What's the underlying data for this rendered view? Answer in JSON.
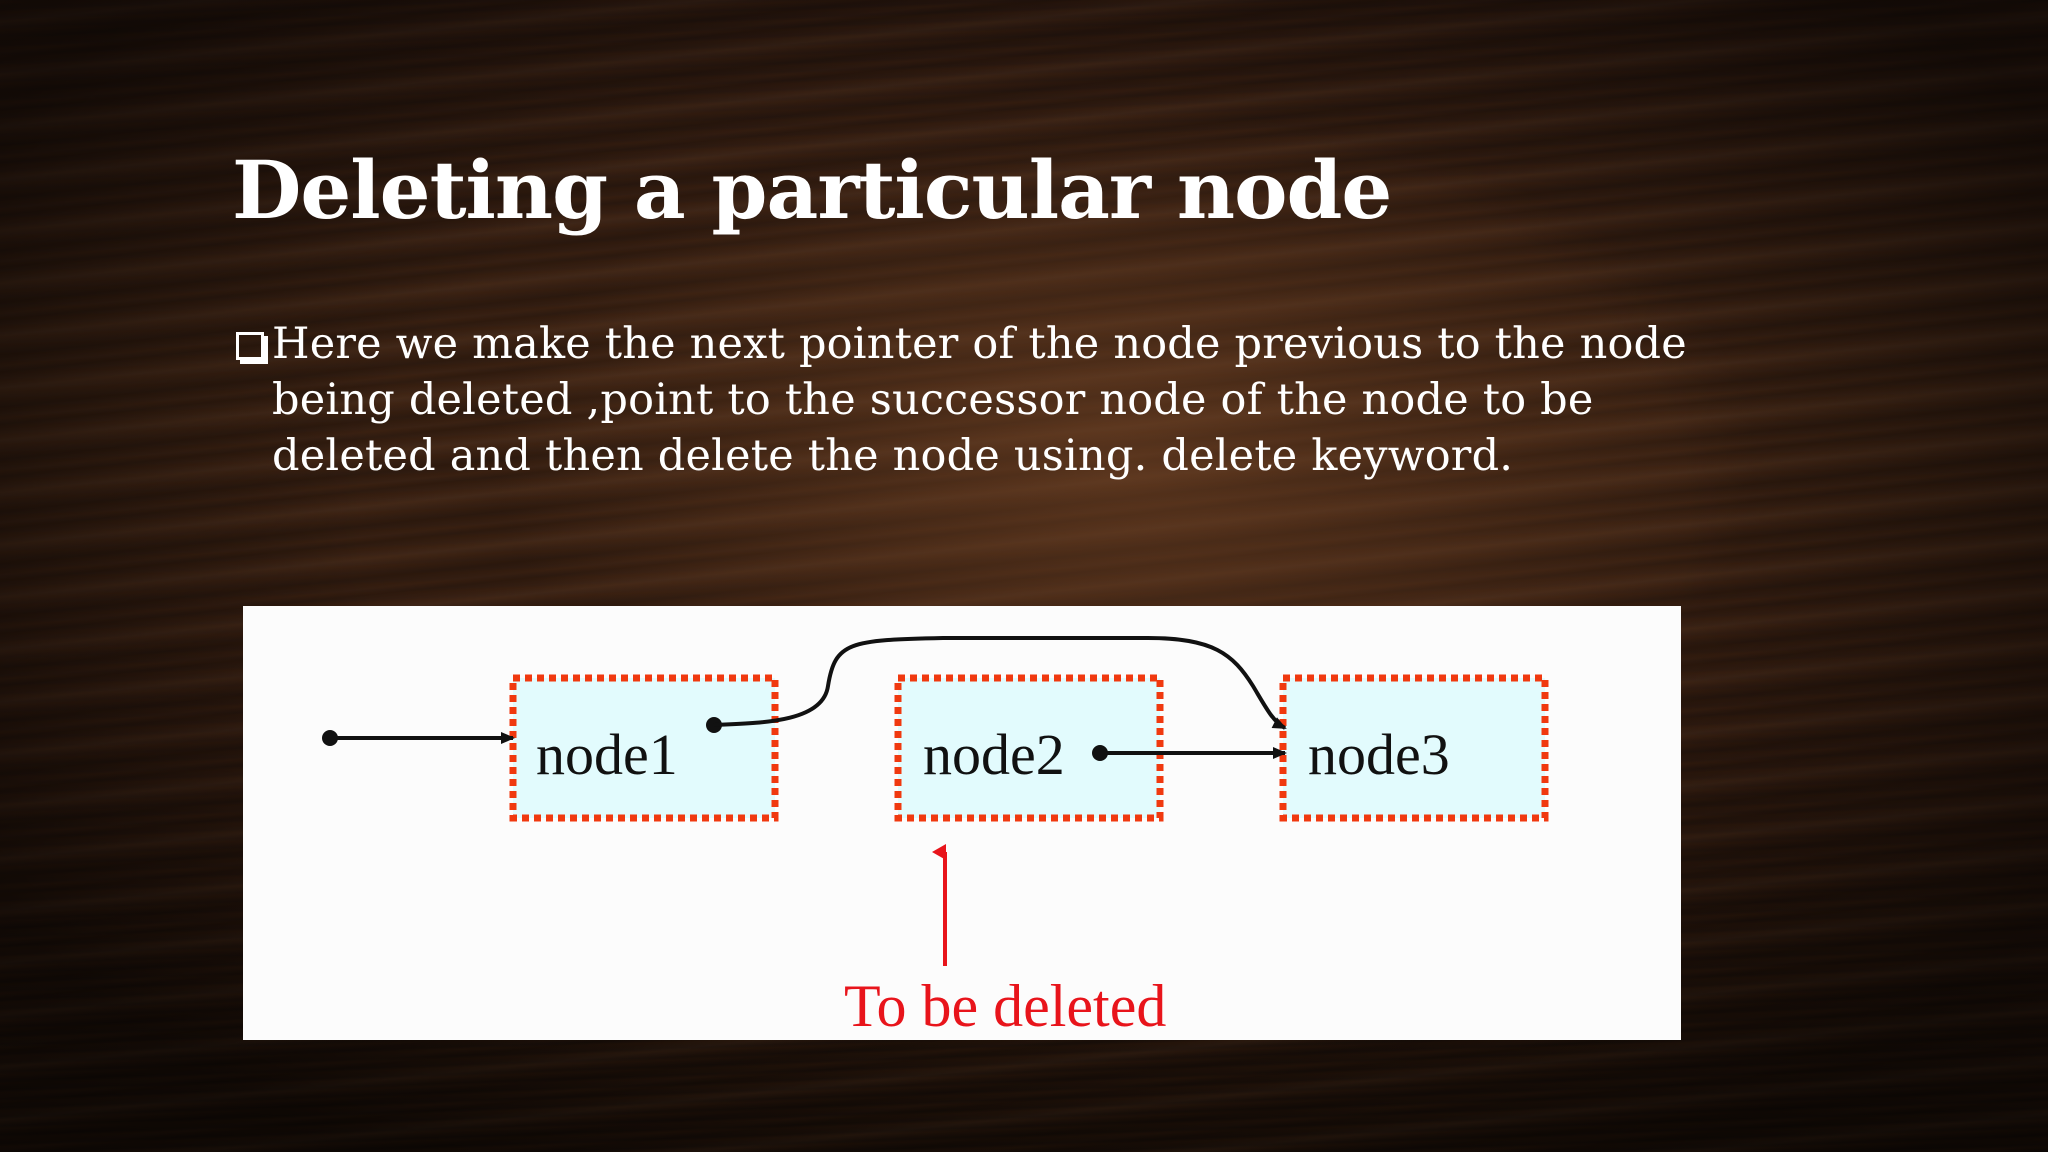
{
  "slide": {
    "title": "Deleting a particular node",
    "bullet_lines": [
      "Here we make the next pointer of the node previous to the node",
      "being deleted ,point to the successor node of the node to be",
      "deleted and then delete the node using. delete keyword."
    ]
  },
  "diagram": {
    "nodes": [
      {
        "label": "node1"
      },
      {
        "label": "node2"
      },
      {
        "label": "node3"
      }
    ],
    "annotation": "To be deleted",
    "colors": {
      "node_fill": "#e2fbfd",
      "node_border": "#f0390f",
      "arrow": "#111111",
      "annotation": "#e8141b"
    }
  }
}
